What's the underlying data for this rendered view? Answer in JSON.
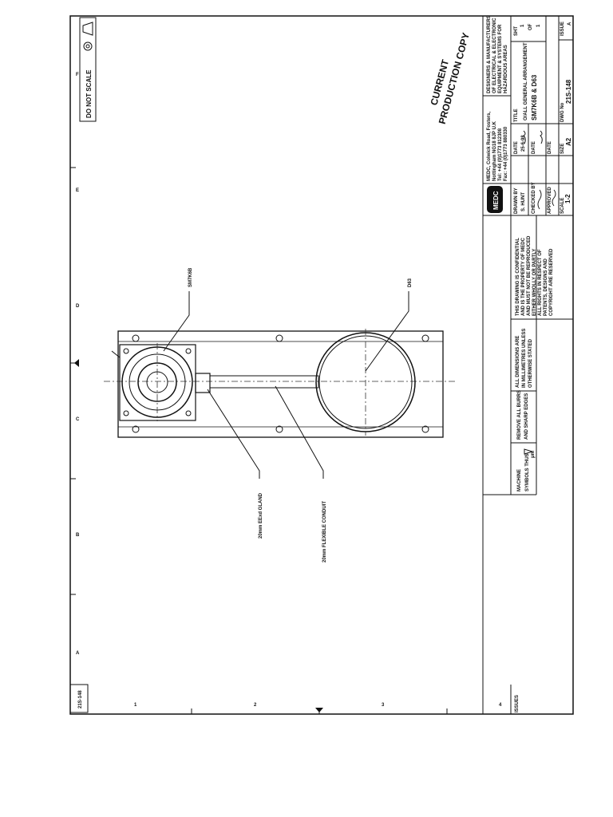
{
  "stamp": {
    "line1": "CURRENT",
    "line2": "PRODUCTION COPY"
  },
  "frame": {
    "do_not_scale": "DO NOT SCALE",
    "drawing_number_tab": "21S-148",
    "issues_label": "ISSUES",
    "zone_letters": [
      "A",
      "B",
      "C",
      "D",
      "E",
      "F"
    ],
    "zone_numbers": [
      "1",
      "2",
      "3",
      "4"
    ]
  },
  "callouts": {
    "motor": "SM7K6B",
    "disc": "D63",
    "gland": "20mm EExd GLAND",
    "conduit": "20mm FLEXIBLE CONDUIT"
  },
  "title_block": {
    "company_logo": "MEDC",
    "address": [
      "MEDC, Colwick Road, Fosters,",
      "Nottingham NG18 8JP U.K",
      "Tel: +44 (0)1773 812308",
      "Fax: +44 (0)1773 880330"
    ],
    "tagline": [
      "DESIGNERS & MANUFACTURERS",
      "OF ELECTRICAL & ELECTRONIC",
      "EQUIPMENT & SYSTEMS FOR",
      "HAZARDOUS AREAS"
    ],
    "drawn_by_label": "DRAWN BY",
    "drawn_by": "S. HUNT",
    "checked_by_label": "CHECKED BY",
    "checked_by": "",
    "approved_label": "APPROVED",
    "approved_by": "",
    "date_label": "DATE",
    "date": "25-6-98",
    "scale_label": "SCALE",
    "scale": "1-2",
    "size_label": "SIZE",
    "size": "A2",
    "title_label": "TITLE",
    "title": [
      "O/ALL GENERAL ARRANGEMENT",
      "SM7K6B & D63"
    ],
    "dwg_no_label": "DWG No",
    "dwg_no": "21S-148",
    "sheet_label": "SHT",
    "sheet": "1",
    "of_label": "OF",
    "of": "1",
    "issue_label": "ISSUE",
    "issue": "A",
    "confidential": [
      "THIS DRAWING IS CONFIDENTIAL",
      "AND IS THE PROPERTY OF MEDC",
      "AND MUST NOT BE REPRODUCED",
      "EITHER WHOLLY OR PARTLY",
      "ALL RIGHTS IN RESPECT OF",
      "PATENTS, DESIGNS AND",
      "COPYRIGHT ARE RESERVED"
    ],
    "dimensions_note": [
      "ALL DIMENSIONS ARE",
      "IN MILLIMETRES UNLESS",
      "OTHERWISE STATED"
    ],
    "burrs_note": [
      "REMOVE ALL BURRS",
      "AND SHARP EDGES"
    ],
    "machine_note": [
      "MACHINE",
      "SYMBOLS THUS",
      "μm"
    ]
  }
}
